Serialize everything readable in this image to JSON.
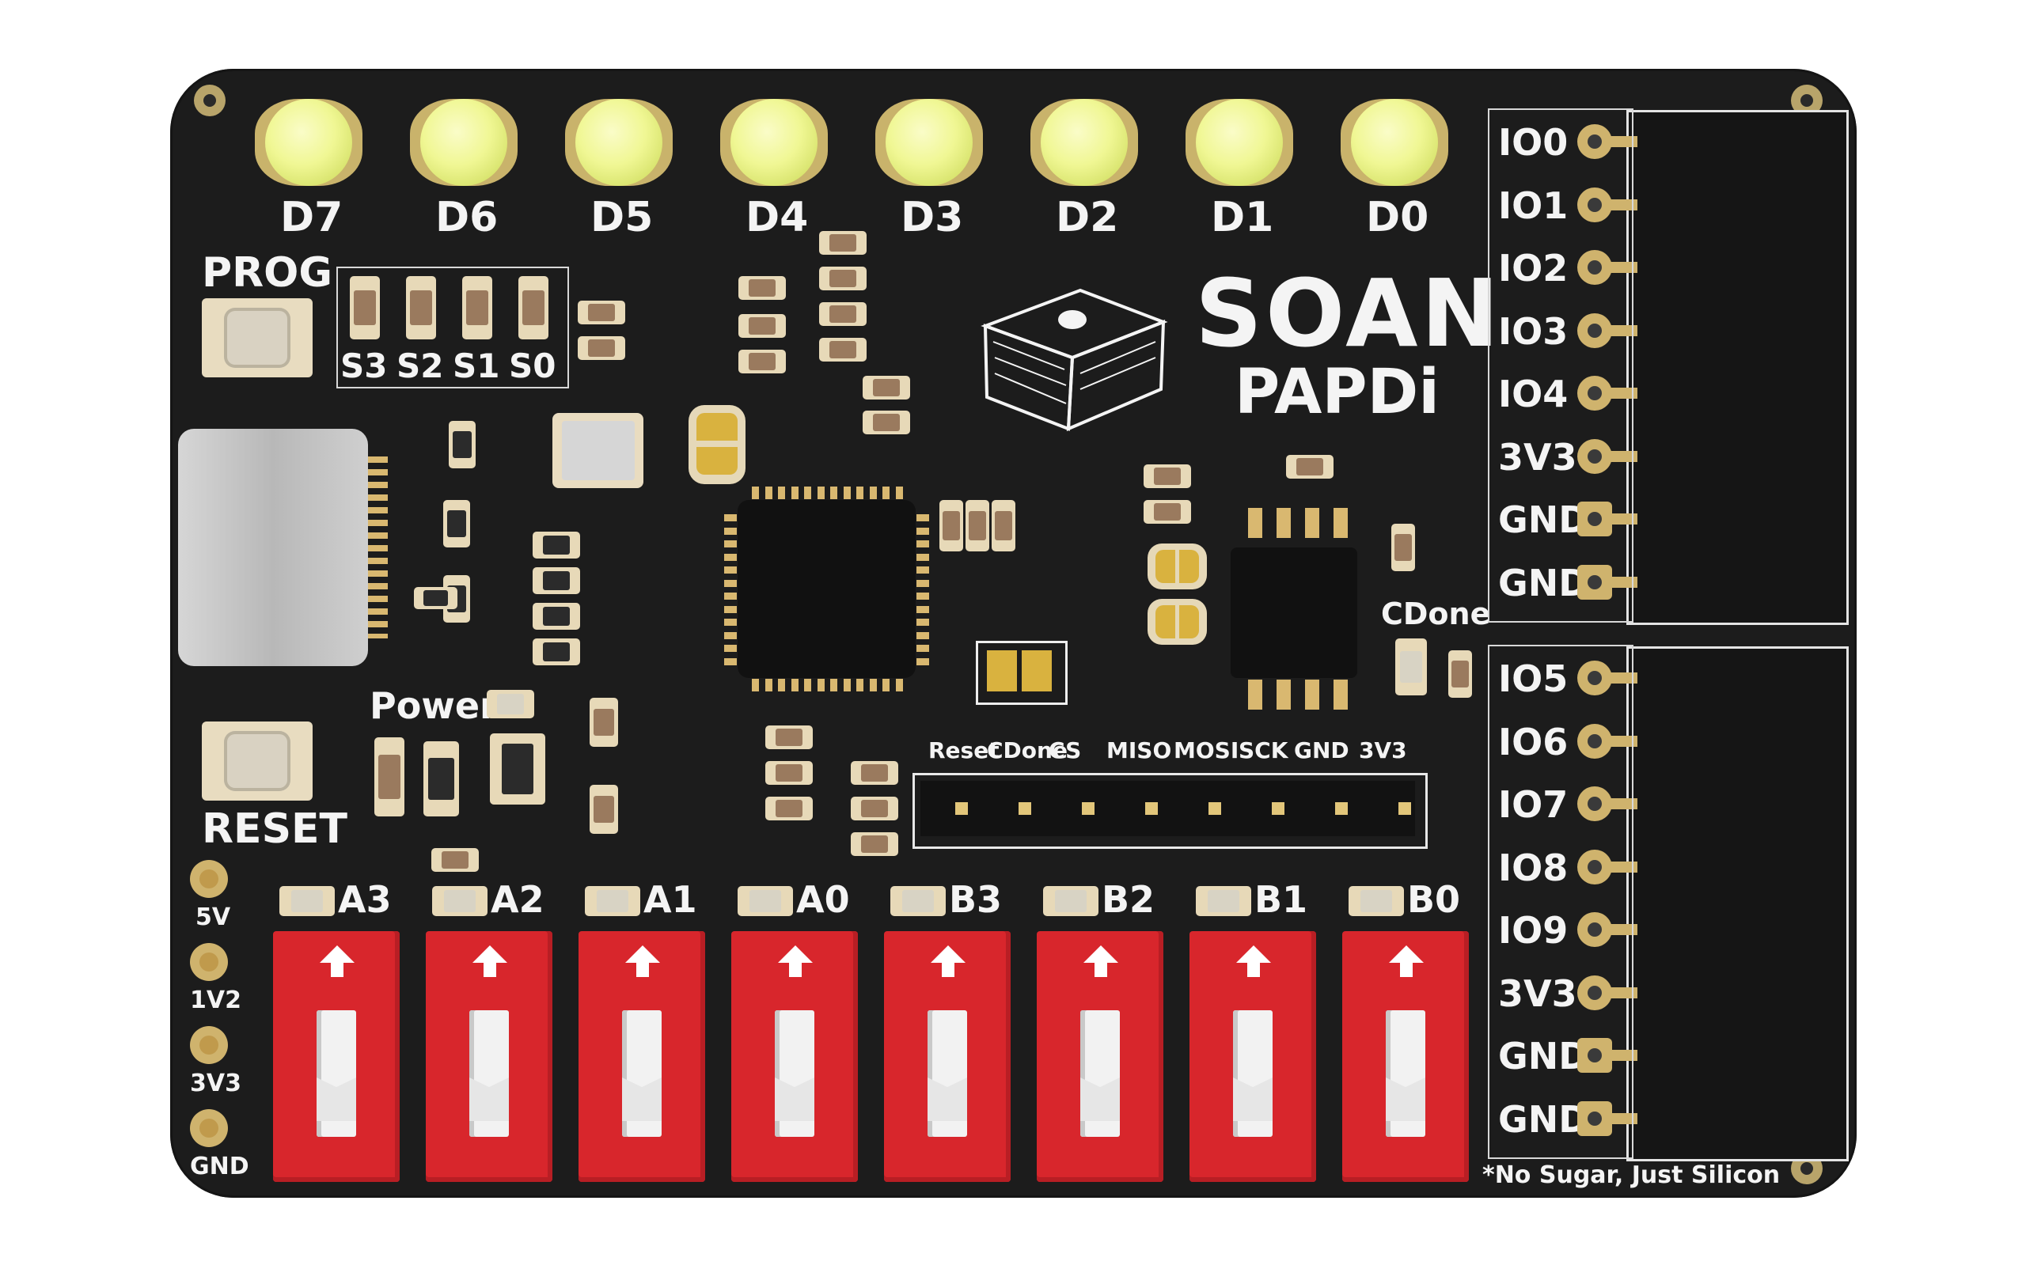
{
  "logo": {
    "line1": "SOAN",
    "line2": "PAPDi"
  },
  "tagline": "*No Sugar, Just Silicon",
  "leds": [
    "D7",
    "D6",
    "D5",
    "D4",
    "D3",
    "D2",
    "D1",
    "D0"
  ],
  "buttons": {
    "prog": "PROG",
    "reset": "RESET"
  },
  "select_labels": [
    "S3",
    "S2",
    "S1",
    "S0"
  ],
  "power_label": "Power",
  "cdone_label": "CDone",
  "spi_header": [
    "Reset",
    "CDone",
    "CS",
    "MISO",
    "MOSI",
    "SCK",
    "GND",
    "3V3"
  ],
  "left_pins": [
    "5V",
    "1V2",
    "3V3",
    "GND"
  ],
  "io_top": [
    "IO0",
    "IO1",
    "IO2",
    "IO3",
    "IO4",
    "3V3",
    "GND",
    "GND"
  ],
  "io_bottom": [
    "IO5",
    "IO6",
    "IO7",
    "IO8",
    "IO9",
    "3V3",
    "GND",
    "GND"
  ],
  "switch_labels": [
    "A3",
    "A2",
    "A1",
    "A0",
    "B3",
    "B2",
    "B1",
    "B0"
  ],
  "colors": {
    "board": "#1c1c1c",
    "silk": "#f4f4f4",
    "pad": "#cfb36d",
    "switch": "#d8262c",
    "led": "#f0f794"
  }
}
